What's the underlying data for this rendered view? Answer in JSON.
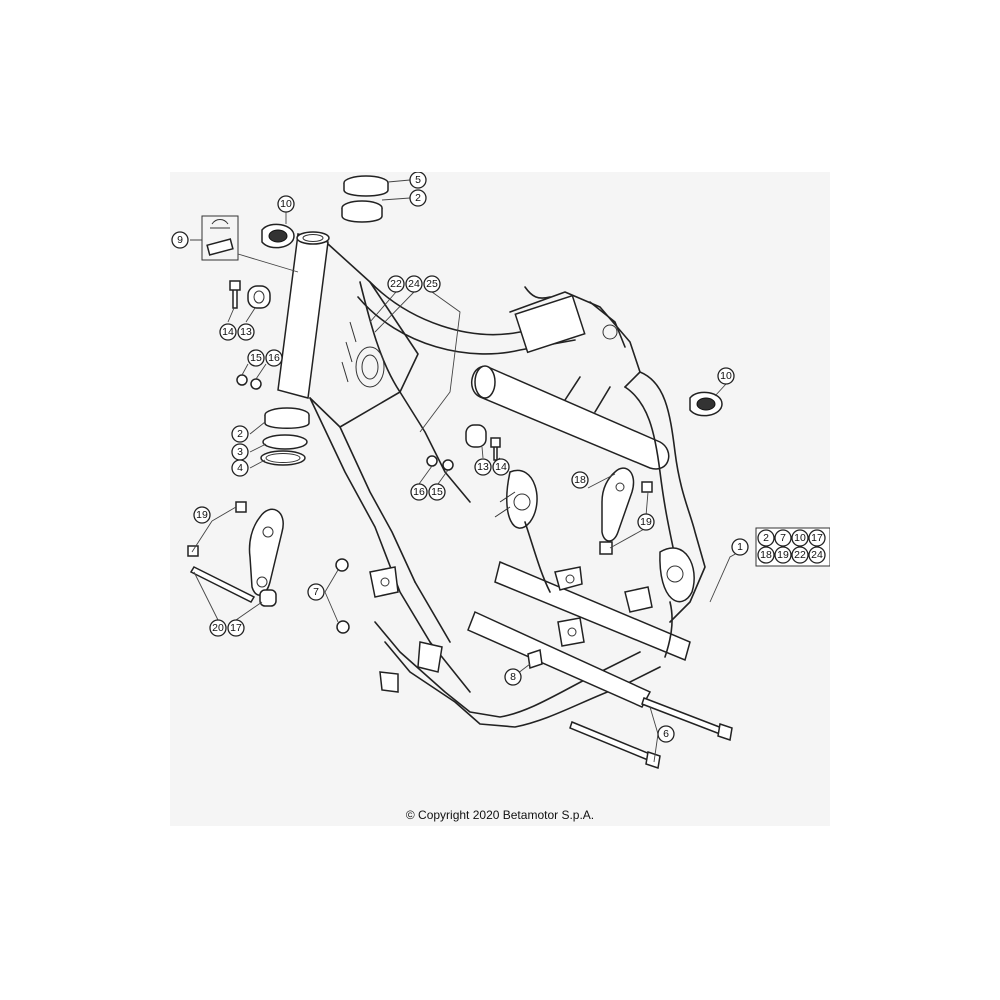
{
  "copyright": "© Copyright 2020 Betamotor S.p.A.",
  "callouts": [
    {
      "id": "c5a",
      "label": "5"
    },
    {
      "id": "c2a",
      "label": "2"
    },
    {
      "id": "c10a",
      "label": "10"
    },
    {
      "id": "c9",
      "label": "9"
    },
    {
      "id": "c22",
      "label": "22"
    },
    {
      "id": "c24",
      "label": "24"
    },
    {
      "id": "c25",
      "label": "25"
    },
    {
      "id": "c14a",
      "label": "14"
    },
    {
      "id": "c13a",
      "label": "13"
    },
    {
      "id": "c15a",
      "label": "15"
    },
    {
      "id": "c16a",
      "label": "16"
    },
    {
      "id": "c10b",
      "label": "10"
    },
    {
      "id": "c2b",
      "label": "2"
    },
    {
      "id": "c3",
      "label": "3"
    },
    {
      "id": "c4",
      "label": "4"
    },
    {
      "id": "c13b",
      "label": "13"
    },
    {
      "id": "c14b",
      "label": "14"
    },
    {
      "id": "c16b",
      "label": "16"
    },
    {
      "id": "c15b",
      "label": "15"
    },
    {
      "id": "c18",
      "label": "18"
    },
    {
      "id": "c19a",
      "label": "19"
    },
    {
      "id": "c19b",
      "label": "19"
    },
    {
      "id": "c1",
      "label": "1"
    },
    {
      "id": "c7",
      "label": "7"
    },
    {
      "id": "c20",
      "label": "20"
    },
    {
      "id": "c17",
      "label": "17"
    },
    {
      "id": "c8",
      "label": "8"
    },
    {
      "id": "c6",
      "label": "6"
    }
  ],
  "kit_box": {
    "labels": [
      "2",
      "7",
      "10",
      "17",
      "18",
      "19",
      "22",
      "24"
    ]
  }
}
